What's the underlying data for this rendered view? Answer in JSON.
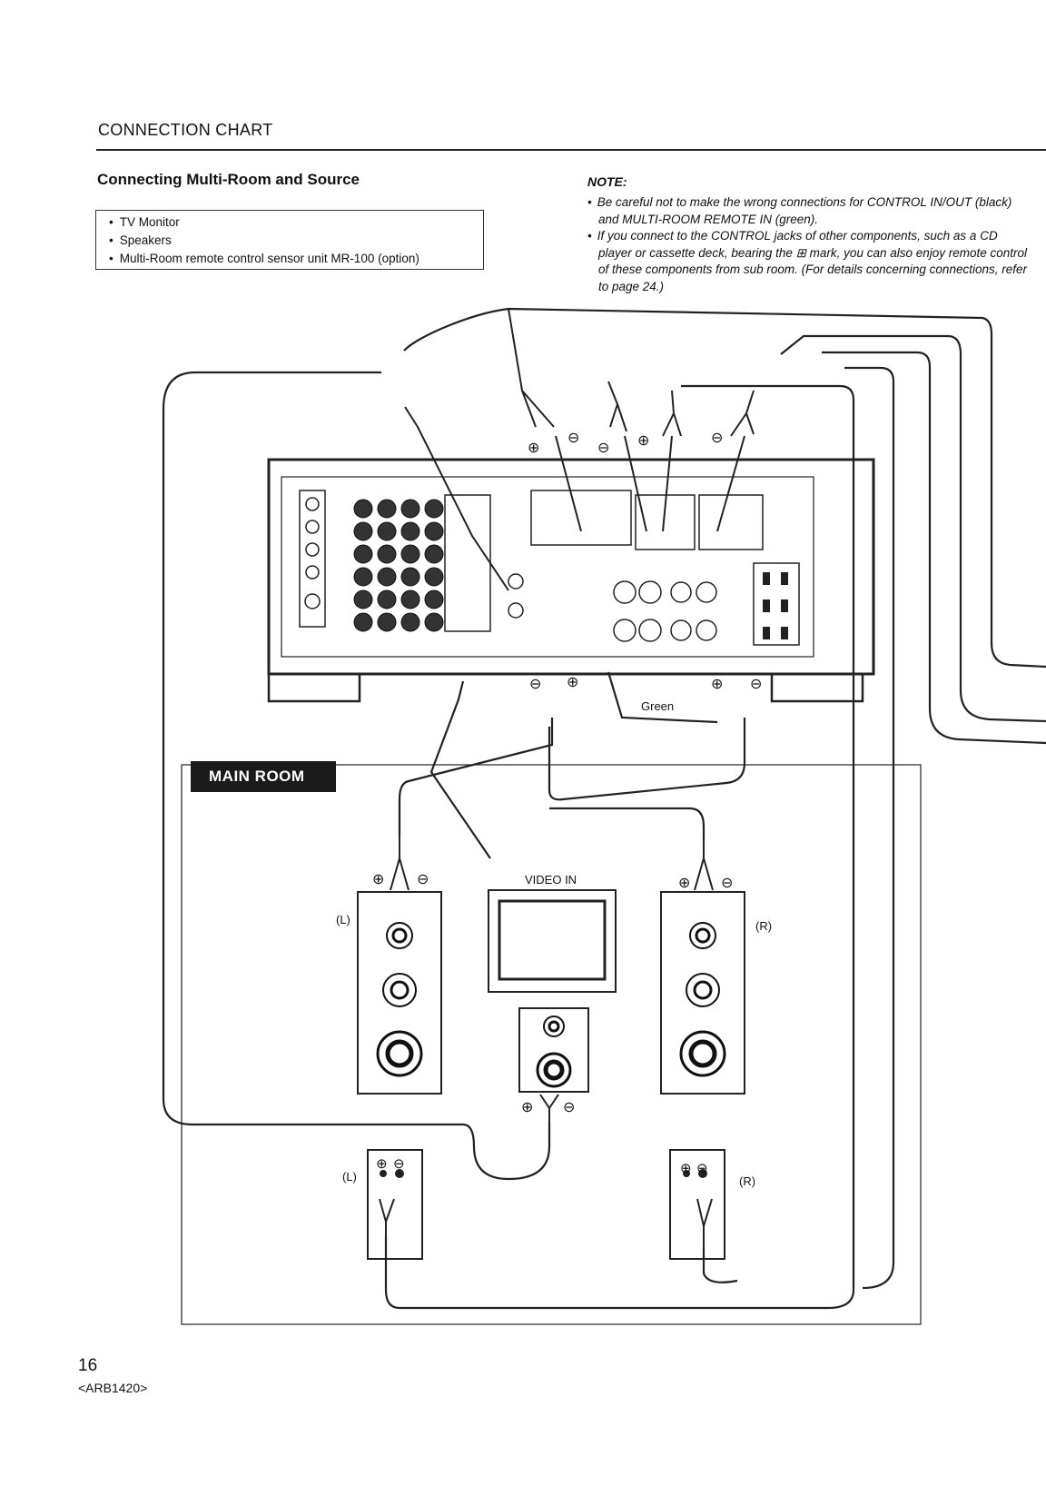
{
  "header": {
    "section_title": "CONNECTION CHART"
  },
  "content": {
    "subheading": "Connecting Multi-Room and Source",
    "items": [
      "TV Monitor",
      "Speakers",
      "Multi-Room remote control sensor unit MR-100 (option)"
    ]
  },
  "note": {
    "heading": "NOTE:",
    "items": [
      "Be careful not to make the wrong connections for CONTROL IN/OUT (black) and MULTI-ROOM REMOTE IN (green).",
      "If you connect to the CONTROL jacks of other components, such as a CD player or cassette deck, bearing the ⊞ mark, you can also enjoy remote control of these components from sub room. (For details concerning connections, refer to page 24.)"
    ]
  },
  "diagram": {
    "room_label": "MAIN ROOM",
    "cable_label": "Green",
    "tv_label": "VIDEO IN",
    "speaker_left_label": "(L)",
    "speaker_right_label": "(R)",
    "sensor_left_label": "(L)",
    "sensor_right_label": "(R)",
    "plus_symbol": "⊕",
    "minus_symbol": "⊖"
  },
  "footer": {
    "page_number": "16",
    "doc_code": "<ARB1420>"
  }
}
